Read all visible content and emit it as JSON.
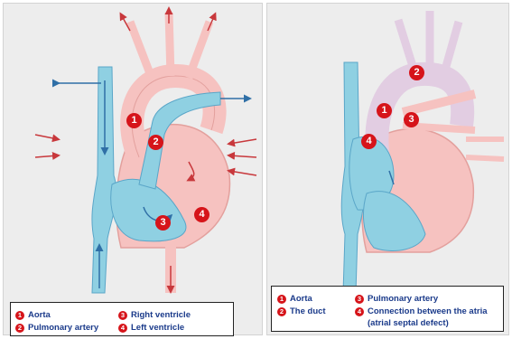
{
  "left_diagram": {
    "badges": [
      "1",
      "2",
      "3",
      "4"
    ],
    "legend": [
      {
        "num": "1",
        "label": "Aorta"
      },
      {
        "num": "2",
        "label": "Pulmonary artery"
      },
      {
        "num": "3",
        "label": "Right ventricle"
      },
      {
        "num": "4",
        "label": "Left ventricle"
      }
    ]
  },
  "right_diagram": {
    "badges": [
      "1",
      "2",
      "3",
      "4"
    ],
    "legend": [
      {
        "num": "1",
        "label": "Aorta"
      },
      {
        "num": "2",
        "label": "The duct"
      },
      {
        "num": "3",
        "label": "Pulmonary artery"
      },
      {
        "num": "4",
        "label": "Connection between the atria"
      },
      {
        "num": "",
        "label": "(atrial septal defect)"
      }
    ]
  },
  "colors": {
    "blue": "#8fd0e2",
    "blue_dark": "#3f86b8",
    "pink": "#f6c2c0",
    "red": "#d4474b",
    "badge": "#d6141a",
    "legend_text": "#1a3a8a"
  }
}
